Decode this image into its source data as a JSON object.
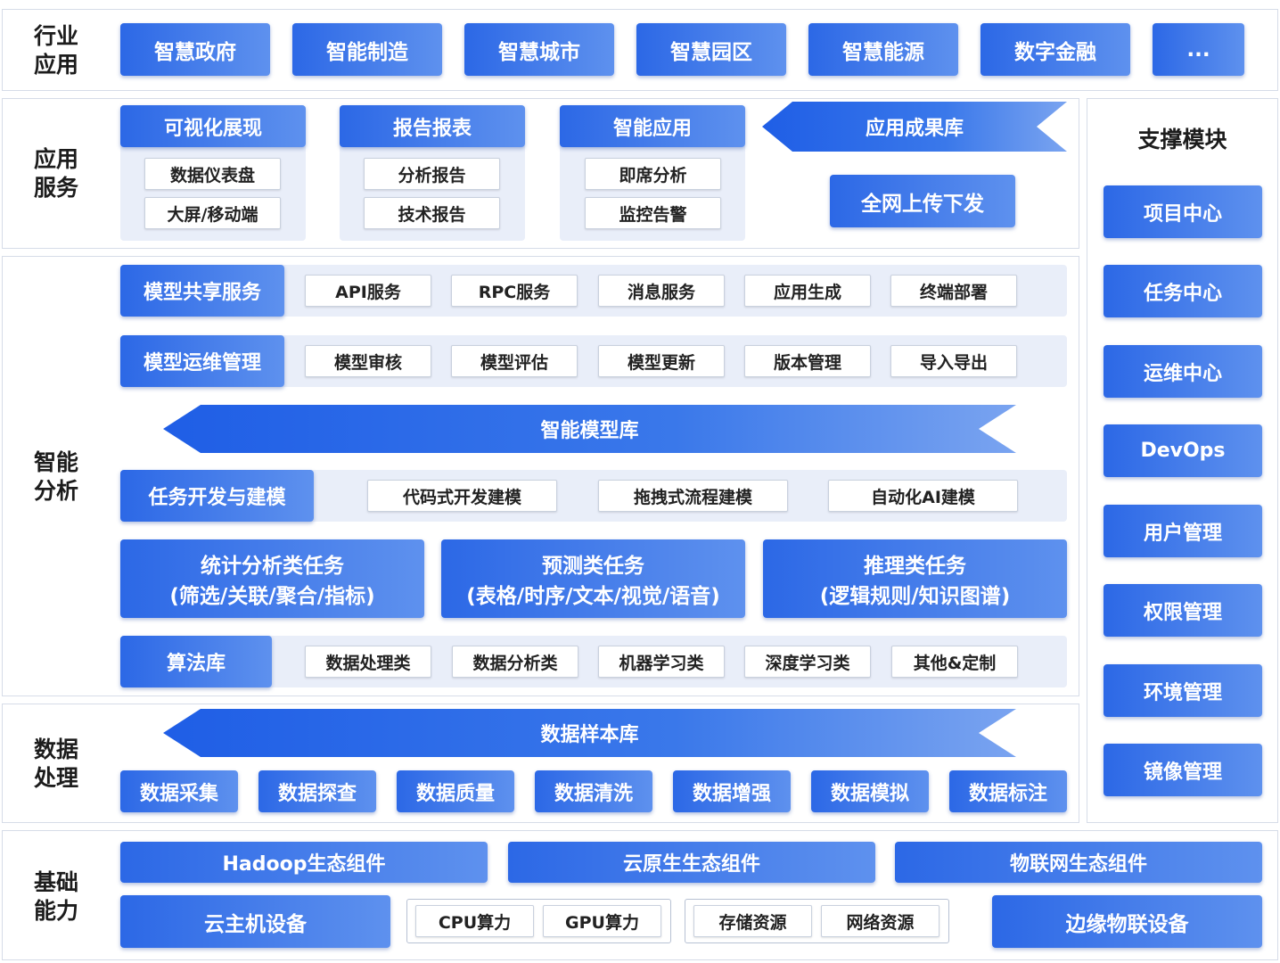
{
  "colors": {
    "primary_blue": "#2c68e6",
    "light_blue": "#5e91ee",
    "panel_bg": "#e9eef9",
    "border": "#d6dce8",
    "label": "#1c1c1c"
  },
  "industry": {
    "label": "行业\n应用",
    "items": [
      "智慧政府",
      "智能制造",
      "智慧城市",
      "智慧园区",
      "智慧能源",
      "数字金融",
      "..."
    ]
  },
  "app_service": {
    "label": "应用\n服务",
    "groups": [
      {
        "title": "可视化展现",
        "items": [
          "数据仪表盘",
          "大屏/移动端"
        ]
      },
      {
        "title": "报告报表",
        "items": [
          "分析报告",
          "技术报告"
        ]
      },
      {
        "title": "智能应用",
        "items": [
          "即席分析",
          "监控告警"
        ]
      }
    ],
    "result_library": "应用成果库",
    "upload": "全网上传下发"
  },
  "support": {
    "title": "支撑模块",
    "items": [
      "项目中心",
      "任务中心",
      "运维中心",
      "DevOps",
      "用户管理",
      "权限管理",
      "环境管理",
      "镜像管理"
    ]
  },
  "intelligent": {
    "label": "智能\n分析",
    "model_share": {
      "title": "模型共享服务",
      "items": [
        "API服务",
        "RPC服务",
        "消息服务",
        "应用生成",
        "终端部署"
      ]
    },
    "model_ops": {
      "title": "模型运维管理",
      "items": [
        "模型审核",
        "模型评估",
        "模型更新",
        "版本管理",
        "导入导出"
      ]
    },
    "model_library": "智能模型库",
    "task_dev": {
      "title": "任务开发与建模",
      "items": [
        "代码式开发建模",
        "拖拽式流程建模",
        "自动化AI建模"
      ]
    },
    "task_types": [
      {
        "line1": "统计分析类任务",
        "line2": "(筛选/关联/聚合/指标)"
      },
      {
        "line1": "预测类任务",
        "line2": "(表格/时序/文本/视觉/语音)"
      },
      {
        "line1": "推理类任务",
        "line2": "(逻辑规则/知识图谱)"
      }
    ],
    "algorithms": {
      "title": "算法库",
      "items": [
        "数据处理类",
        "数据分析类",
        "机器学习类",
        "深度学习类",
        "其他&定制"
      ]
    }
  },
  "data_processing": {
    "label": "数据\n处理",
    "sample_library": "数据样本库",
    "items": [
      "数据采集",
      "数据探查",
      "数据质量",
      "数据清洗",
      "数据增强",
      "数据模拟",
      "数据标注"
    ]
  },
  "infrastructure": {
    "label": "基础\n能力",
    "ecosystems": [
      "Hadoop生态组件",
      "云原生生态组件",
      "物联网生态组件"
    ],
    "cloud_host": "云主机设备",
    "compute": [
      "CPU算力",
      "GPU算力"
    ],
    "resources": [
      "存储资源",
      "网络资源"
    ],
    "edge": "边缘物联设备"
  }
}
